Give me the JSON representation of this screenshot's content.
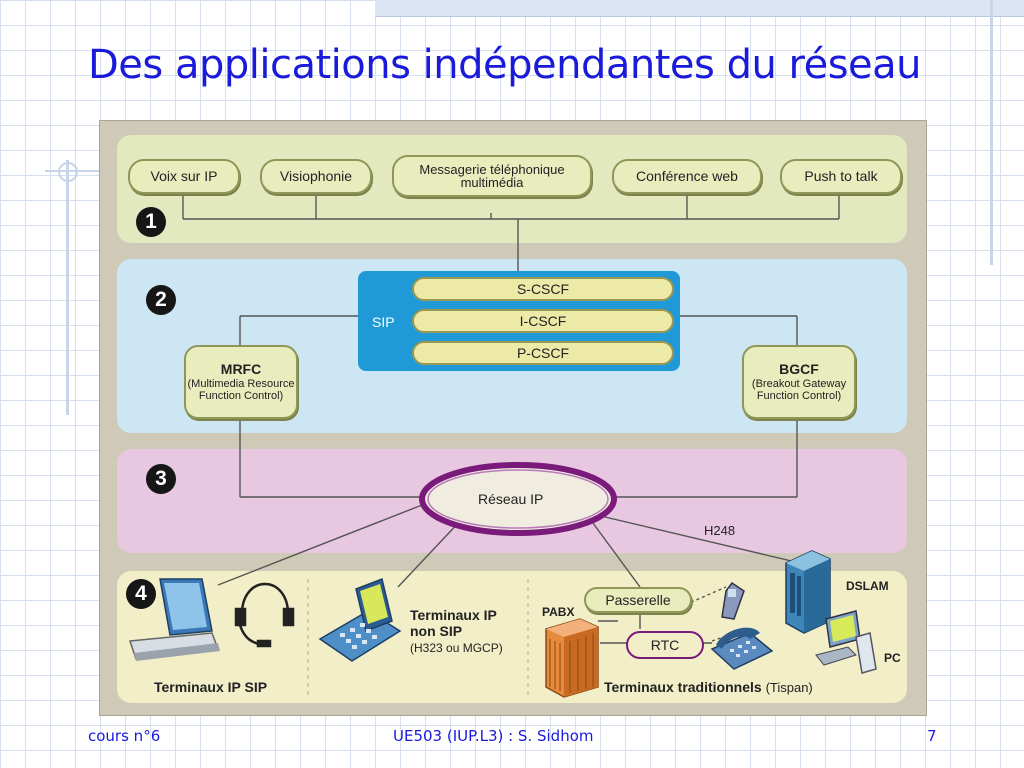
{
  "slide": {
    "title": "Des applications indépendantes du réseau"
  },
  "diagram": {
    "layer_numbers": [
      "1",
      "2",
      "3",
      "4"
    ],
    "applications": [
      "Voix sur IP",
      "Visiophonie",
      "Messagerie téléphonique multimédia",
      "Conférence web",
      "Push to talk"
    ],
    "sip_label": "SIP",
    "cscf": [
      "S-CSCF",
      "I-CSCF",
      "P-CSCF"
    ],
    "mrfc": {
      "title": "MRFC",
      "desc": "(Multimedia Resource Function Control)"
    },
    "bgcf": {
      "title": "BGCF",
      "desc": "(Breakout Gateway Function Control)"
    },
    "ip_network": "Réseau IP",
    "h248": "H248",
    "terminals": {
      "ip_sip": "Terminaux IP SIP",
      "ip_non_sip_title": "Terminaux IP non SIP",
      "ip_non_sip_desc": "(H323 ou MGCP)",
      "pabx": "PABX",
      "gateway": "Passerelle",
      "rtc": "RTC",
      "dslam": "DSLAM",
      "pc": "PC",
      "traditional": "Terminaux traditionnels",
      "traditional_note": "(Tispan)"
    }
  },
  "footer": {
    "left": "cours n°6",
    "center": "UE503 (IUP.L3) : S. Sidhom",
    "page": "7"
  },
  "colors": {
    "title": "#1a1adb",
    "layer1": "#e2e9bf",
    "layer2": "#cde6f4",
    "layer3": "#e8c7e0",
    "layer4": "#f2eec8",
    "sip_block": "#1f9ad6",
    "ip_ring": "#7a1a7a"
  }
}
